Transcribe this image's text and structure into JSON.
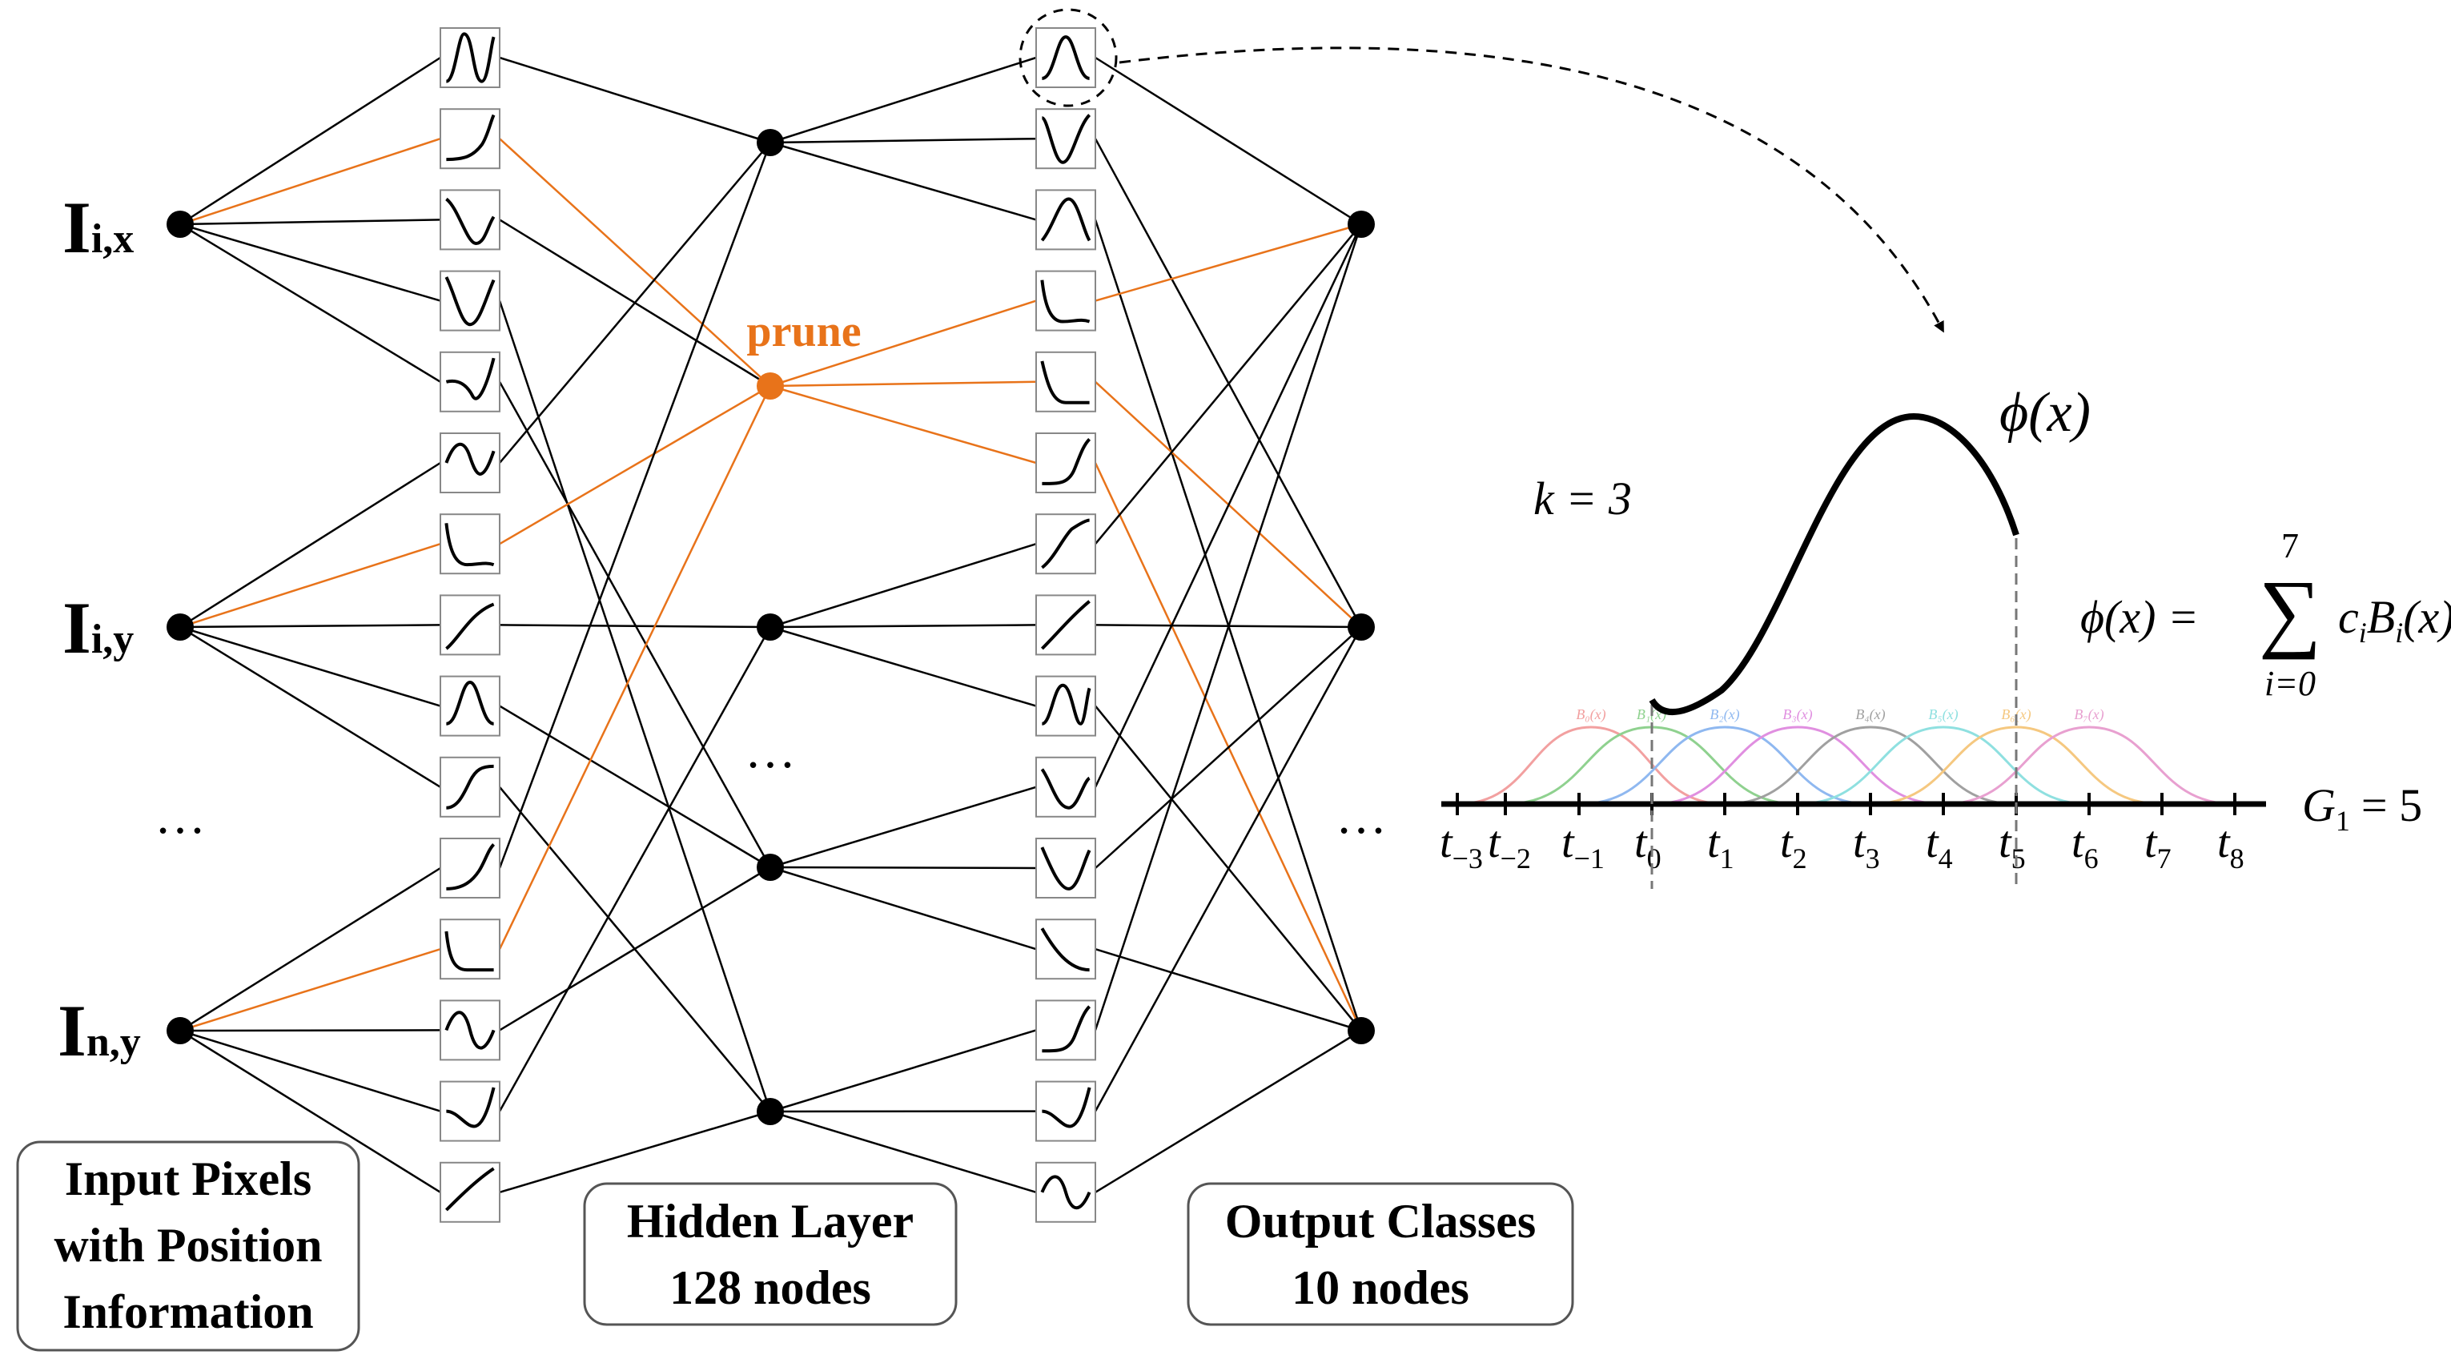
{
  "inputs": {
    "labels": [
      {
        "main": "I",
        "sub": "i,x"
      },
      {
        "main": "I",
        "sub": "i,y"
      },
      {
        "main": "I",
        "sub": "n,y"
      }
    ],
    "ellipsis": "…"
  },
  "hidden": {
    "ellipsis": "…",
    "prune_label": "prune"
  },
  "output": {
    "ellipsis": "…"
  },
  "boxes": {
    "input": [
      "Input Pixels",
      "with Position",
      "Information"
    ],
    "hidden": [
      "Hidden Layer",
      "128 nodes"
    ],
    "output": [
      "Output Classes",
      "10 nodes"
    ]
  },
  "spline": {
    "k_label": "k = 3",
    "phi_label": "ϕ(x)",
    "formula": {
      "lhs": "ϕ(x) =",
      "sum_upper": "7",
      "sum_lower": "i=0",
      "summand": "c",
      "summand_sub": "i",
      "basis": "B",
      "basis_sub": "i",
      "basis_arg": "(x)"
    },
    "grid_label": {
      "main": "G",
      "sub": "1",
      "rest": "= 5"
    },
    "knots": [
      {
        "base": "t",
        "sub": "−3"
      },
      {
        "base": "t",
        "sub": "−2"
      },
      {
        "base": "t",
        "sub": "−1"
      },
      {
        "base": "t",
        "sub": "0"
      },
      {
        "base": "t",
        "sub": "1"
      },
      {
        "base": "t",
        "sub": "2"
      },
      {
        "base": "t",
        "sub": "3"
      },
      {
        "base": "t",
        "sub": "4"
      },
      {
        "base": "t",
        "sub": "5"
      },
      {
        "base": "t",
        "sub": "6"
      },
      {
        "base": "t",
        "sub": "7"
      },
      {
        "base": "t",
        "sub": "8"
      }
    ],
    "basis_labels": [
      "B₀(x)",
      "B₁(x)",
      "B₂(x)",
      "B₃(x)",
      "B₄(x)",
      "B₅(x)",
      "B₆(x)",
      "B₇(x)"
    ],
    "basis_colors": [
      "#f2a0a0",
      "#8fd18f",
      "#8fb8f0",
      "#e08fe0",
      "#a0a0a0",
      "#8fe0e0",
      "#f5c880",
      "#e8a0d0"
    ]
  },
  "colors": {
    "accent": "#e8731a",
    "line": "#000000"
  }
}
